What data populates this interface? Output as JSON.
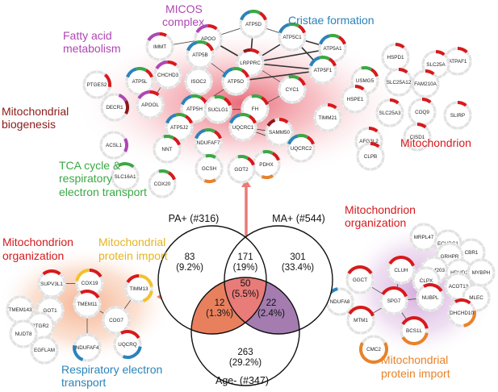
{
  "colors": {
    "red": "#d7191c",
    "blue": "#2b83ba",
    "green": "#3aa845",
    "purple": "#b046b3",
    "darkred": "#8b1a1a",
    "yellow": "#f2c12e",
    "orange": "#e8822a",
    "venn_orange": "#e8805e",
    "venn_purple": "#a47cb0",
    "venn_pink": "#e97b78"
  },
  "top_network": {
    "categories": {
      "micos": "MICOS\ncomplex",
      "cristae": "Cristae formation",
      "fatty_acid": "Fatty acid\nmetabolism",
      "biogenesis": "Mitochondrial\nbiogenesis",
      "mitochondrion": "Mitochondrion",
      "tca": "TCA cycle &\nrespiratory\nelectron transport"
    },
    "nodes": [
      "IMMT",
      "APOO",
      "ATP5D",
      "ATP5C1",
      "ATP5A1",
      "ATPAF1",
      "ATP5B",
      "HSPD1",
      "SLC25A",
      "CHCHD3",
      "LRPPRC",
      "ATP5F1",
      "USMG5",
      "FAM210A",
      "PTGES2",
      "ATP5L",
      "ISOC2",
      "ATP5O",
      "CYC1",
      "SLC25A12",
      "DECR1",
      "APOOL",
      "HSPE1",
      "SLC25A3",
      "COQ9",
      "SLIRP",
      "ATP5H",
      "SUCLG1",
      "FH",
      "TIMM21",
      "CISD1",
      "ACSL1",
      "ATP5J2",
      "UQCRC1",
      "SAMM50",
      "NDUFAF7",
      "AFG3L2",
      "CLPB",
      "NNT",
      "UQCRC2",
      "PDHX",
      "SLC16A1",
      "GCSH",
      "GOT2",
      "COX20"
    ]
  },
  "venn": {
    "sets": [
      {
        "name": "PA+ (#316)"
      },
      {
        "name": "MA+ (#544)"
      },
      {
        "name": "Age- (#347)"
      }
    ],
    "regions": [
      {
        "id": "pa_only",
        "count": "83",
        "pct": "(9.2%)"
      },
      {
        "id": "pa_ma",
        "count": "171",
        "pct": "(19%)"
      },
      {
        "id": "ma_only",
        "count": "301",
        "pct": "(33.4%)"
      },
      {
        "id": "all",
        "count": "50",
        "pct": "(5.5%)"
      },
      {
        "id": "pa_age",
        "count": "12",
        "pct": "(1.3%)"
      },
      {
        "id": "ma_age",
        "count": "22",
        "pct": "(2.4%)"
      },
      {
        "id": "age_only",
        "count": "263",
        "pct": "(29.2%)"
      }
    ]
  },
  "left_network": {
    "categories": {
      "organization": "Mitochondrion\norganization",
      "protein_import": "Mitochondrial\nprotein import",
      "respiratory": "Respiratory electron\ntransport"
    },
    "nodes": [
      "SUPV3L1",
      "COX19",
      "TIMM13",
      "TMEM143",
      "GOT1",
      "TMEM11",
      "COG7",
      "PTGR2",
      "NUDT8",
      "EGFLAM",
      "NDUFAF4",
      "UQCRQ"
    ]
  },
  "right_network": {
    "categories": {
      "organization": "Mitochondrion\norganization",
      "protein_import": "Mitochondrial\nprotein import"
    },
    "nodes": [
      "MRPL47",
      "ECHDC1",
      "CBR1",
      "GRHPR",
      "C6orf203",
      "CLUH",
      "HDHD3",
      "MYBPH",
      "GGCT",
      "CLPX",
      "ACOT13",
      "MLEC",
      "SPG7",
      "NUBPL",
      "NDUFA8",
      "DHCHD10",
      "MTM1",
      "BCS1L",
      "CMC2"
    ]
  }
}
